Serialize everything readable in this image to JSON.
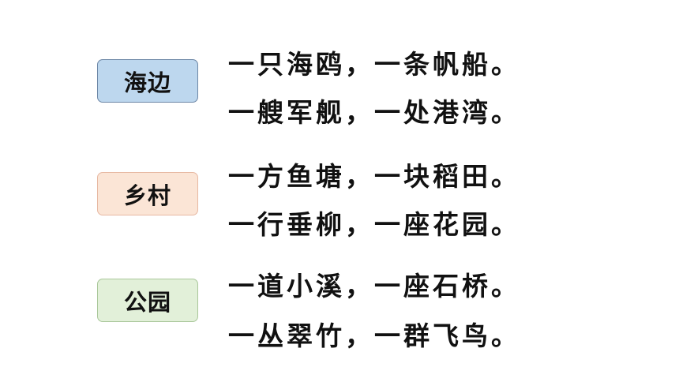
{
  "groups": [
    {
      "tag": "海边",
      "lines": [
        "一只海鸥，一条帆船。",
        "一艘军舰，一处港湾。"
      ],
      "tag_color": "#bdd7ee"
    },
    {
      "tag": "乡村",
      "lines": [
        "一方鱼塘，一块稻田。",
        "一行垂柳，一座花园。"
      ],
      "tag_color": "#fbe5d6"
    },
    {
      "tag": "公园",
      "lines": [
        "一道小溪，一座石桥。",
        "一丛翠竹，一群飞鸟。"
      ],
      "tag_color": "#e2f0d9"
    }
  ]
}
